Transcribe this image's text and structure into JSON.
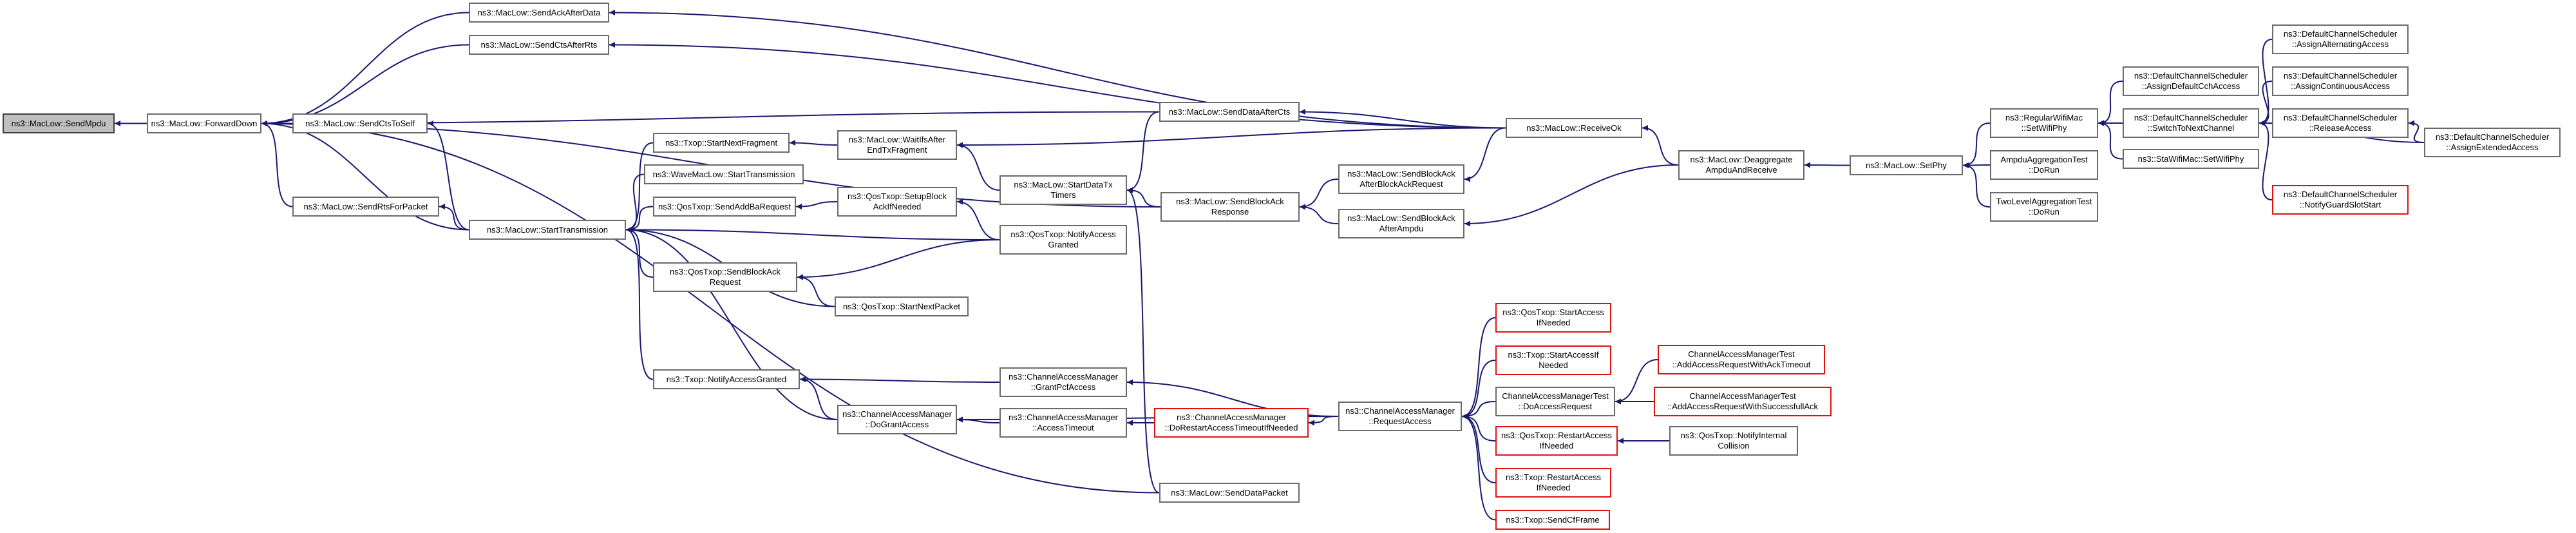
{
  "graph": {
    "edge_color": "#191970",
    "root_fill": "#bfbfbf",
    "truncated_border": "#e01010",
    "nodes": [
      {
        "id": "sendmpdu",
        "lines": [
          "ns3::MacLow::SendMpdu"
        ],
        "root": true
      },
      {
        "id": "forwarddown",
        "lines": [
          "ns3::MacLow::ForwardDown"
        ]
      },
      {
        "id": "sendackafterdata",
        "lines": [
          "ns3::MacLow::SendAckAfterData"
        ]
      },
      {
        "id": "sendctsafterrts",
        "lines": [
          "ns3::MacLow::SendCtsAfterRts"
        ]
      },
      {
        "id": "sendctstoself",
        "lines": [
          "ns3::MacLow::SendCtsToSelf"
        ]
      },
      {
        "id": "sendrtsforpacket",
        "lines": [
          "ns3::MacLow::SendRtsForPacket"
        ]
      },
      {
        "id": "starttransmission",
        "lines": [
          "ns3::MacLow::StartTransmission"
        ]
      },
      {
        "id": "txop_startnextfragment",
        "lines": [
          "ns3::Txop::StartNextFragment"
        ]
      },
      {
        "id": "wave_starttransmission",
        "lines": [
          "ns3::WaveMacLow::StartTransmission"
        ]
      },
      {
        "id": "qos_sendaddbarequest",
        "lines": [
          "ns3::QosTxop::SendAddBaRequest"
        ]
      },
      {
        "id": "qos_sendblockackrequest",
        "lines": [
          "ns3::QosTxop::SendBlockAck",
          "Request"
        ]
      },
      {
        "id": "txop_notifyaccessgranted",
        "lines": [
          "ns3::Txop::NotifyAccessGranted"
        ]
      },
      {
        "id": "cam_dograntaccess",
        "lines": [
          "ns3::ChannelAccessManager",
          "::DoGrantAccess"
        ]
      },
      {
        "id": "waitifsafter",
        "lines": [
          "ns3::MacLow::WaitIfsAfter",
          "EndTxFragment"
        ]
      },
      {
        "id": "qos_setupblockack",
        "lines": [
          "ns3::QosTxop::SetupBlock",
          "AckIfNeeded"
        ]
      },
      {
        "id": "qos_notifyaccessgranted",
        "lines": [
          "ns3::QosTxop::NotifyAccess",
          "Granted"
        ]
      },
      {
        "id": "qos_startnextpacket",
        "lines": [
          "ns3::QosTxop::StartNextPacket"
        ]
      },
      {
        "id": "cam_grantpcfaccess",
        "lines": [
          "ns3::ChannelAccessManager",
          "::GrantPcfAccess"
        ]
      },
      {
        "id": "cam_accesstimeout",
        "lines": [
          "ns3::ChannelAccessManager",
          "::AccessTimeout"
        ]
      },
      {
        "id": "senddataafterctx",
        "lines": [
          "ns3::MacLow::SendDataAfterCts"
        ]
      },
      {
        "id": "startdatatxtimers",
        "lines": [
          "ns3::MacLow::StartDataTx",
          "Timers"
        ]
      },
      {
        "id": "cam_dorestartaccess",
        "lines": [
          "ns3::ChannelAccessManager",
          "::DoRestartAccessTimeoutIfNeeded"
        ],
        "red": true
      },
      {
        "id": "senddatapacket",
        "lines": [
          "ns3::MacLow::SendDataPacket"
        ]
      },
      {
        "id": "sendblockackresponse",
        "lines": [
          "ns3::MacLow::SendBlockAck",
          "Response"
        ]
      },
      {
        "id": "sendblockackafterbar",
        "lines": [
          "ns3::MacLow::SendBlockAck",
          "AfterBlockAckRequest"
        ]
      },
      {
        "id": "sendblockackafterampdu",
        "lines": [
          "ns3::MacLow::SendBlockAck",
          "AfterAmpdu"
        ]
      },
      {
        "id": "cam_requestaccess",
        "lines": [
          "ns3::ChannelAccessManager",
          "::RequestAccess"
        ]
      },
      {
        "id": "receiveok",
        "lines": [
          "ns3::MacLow::ReceiveOk"
        ]
      },
      {
        "id": "qos_startaccessifneeded",
        "lines": [
          "ns3::QosTxop::StartAccess",
          "IfNeeded"
        ],
        "red": true
      },
      {
        "id": "txop_startaccessifneeded",
        "lines": [
          "ns3::Txop::StartAccessIf",
          "Needed"
        ],
        "red": true
      },
      {
        "id": "camtest_dorequestaccess",
        "lines": [
          "ChannelAccessManagerTest",
          "::DoAccessRequest"
        ]
      },
      {
        "id": "qos_restartaccess",
        "lines": [
          "ns3::QosTxop::RestartAccess",
          "IfNeeded"
        ],
        "red": true
      },
      {
        "id": "txop_restartaccess",
        "lines": [
          "ns3::Txop::RestartAccess",
          "IfNeeded"
        ],
        "red": true
      },
      {
        "id": "txop_sendcfframe",
        "lines": [
          "ns3::Txop::SendCfFrame"
        ],
        "red": true
      },
      {
        "id": "camtest_addackto",
        "lines": [
          "ChannelAccessManagerTest",
          "::AddAccessRequestWithAckTimeout"
        ],
        "red": true
      },
      {
        "id": "camtest_addsuccack",
        "lines": [
          "ChannelAccessManagerTest",
          "::AddAccessRequestWithSuccessfullAck"
        ],
        "red": true
      },
      {
        "id": "qos_notifyinternalcollision",
        "lines": [
          "ns3::QosTxop::NotifyInternal",
          "Collision"
        ]
      },
      {
        "id": "deaggregate",
        "lines": [
          "ns3::MacLow::Deaggregate",
          "AmpduAndReceive"
        ]
      },
      {
        "id": "setphy",
        "lines": [
          "ns3::MacLow::SetPhy"
        ]
      },
      {
        "id": "regwifimac_setwifiphy",
        "lines": [
          "ns3::RegularWifiMac",
          "::SetWifiPhy"
        ]
      },
      {
        "id": "ampduaggtest",
        "lines": [
          "AmpduAggregationTest",
          "::DoRun"
        ]
      },
      {
        "id": "twolevelaggtest",
        "lines": [
          "TwoLevelAggregationTest",
          "::DoRun"
        ]
      },
      {
        "id": "dcs_assigndefaultcch",
        "lines": [
          "ns3::DefaultChannelScheduler",
          "::AssignDefaultCchAccess"
        ]
      },
      {
        "id": "dcs_switchtonextchannel",
        "lines": [
          "ns3::DefaultChannelScheduler",
          "::SwitchToNextChannel"
        ]
      },
      {
        "id": "stawifimac_setwifiphy",
        "lines": [
          "ns3::StaWifiMac::SetWifiPhy"
        ]
      },
      {
        "id": "dcs_assignalternating",
        "lines": [
          "ns3::DefaultChannelScheduler",
          "::AssignAlternatingAccess"
        ]
      },
      {
        "id": "dcs_assigncontinuous",
        "lines": [
          "ns3::DefaultChannelScheduler",
          "::AssignContinuousAccess"
        ]
      },
      {
        "id": "dcs_releaseaccess",
        "lines": [
          "ns3::DefaultChannelScheduler",
          "::ReleaseAccess"
        ]
      },
      {
        "id": "dcs_notifyguardslotstart",
        "lines": [
          "ns3::DefaultChannelScheduler",
          "::NotifyGuardSlotStart"
        ],
        "red": true
      },
      {
        "id": "dcs_assignextended",
        "lines": [
          "ns3::DefaultChannelScheduler",
          "::AssignExtendedAccess"
        ]
      }
    ],
    "edges": [
      [
        "forwarddown",
        "sendmpdu"
      ],
      [
        "sendackafterdata",
        "forwarddown"
      ],
      [
        "sendctsafterrts",
        "forwarddown"
      ],
      [
        "senddataafterctx",
        "forwarddown"
      ],
      [
        "sendctstoself",
        "forwarddown"
      ],
      [
        "sendrtsforpacket",
        "forwarddown"
      ],
      [
        "starttransmission",
        "forwarddown"
      ],
      [
        "sendblockackresponse",
        "forwarddown"
      ],
      [
        "senddatapacket",
        "forwarddown"
      ],
      [
        "receiveok",
        "sendackafterdata"
      ],
      [
        "receiveok",
        "sendctsafterrts"
      ],
      [
        "receiveok",
        "senddataafterctx"
      ],
      [
        "starttransmission",
        "sendctstoself"
      ],
      [
        "starttransmission",
        "sendrtsforpacket"
      ],
      [
        "txop_startnextfragment",
        "starttransmission"
      ],
      [
        "wave_starttransmission",
        "starttransmission"
      ],
      [
        "qos_sendaddbarequest",
        "starttransmission"
      ],
      [
        "qos_sendblockackrequest",
        "starttransmission"
      ],
      [
        "qos_startnextpacket",
        "starttransmission"
      ],
      [
        "qos_notifyaccessgranted",
        "starttransmission"
      ],
      [
        "txop_notifyaccessgranted",
        "starttransmission"
      ],
      [
        "cam_dograntaccess",
        "starttransmission"
      ],
      [
        "waitifsafter",
        "txop_startnextfragment"
      ],
      [
        "qos_setupblockack",
        "qos_sendaddbarequest"
      ],
      [
        "qos_notifyaccessgranted",
        "qos_sendblockackrequest"
      ],
      [
        "qos_startnextpacket",
        "qos_sendblockackrequest"
      ],
      [
        "qos_notifyaccessgranted",
        "qos_setupblockack"
      ],
      [
        "cam_grantpcfaccess",
        "txop_notifyaccessgranted"
      ],
      [
        "cam_dograntaccess",
        "txop_notifyaccessgranted"
      ],
      [
        "cam_accesstimeout",
        "cam_dograntaccess"
      ],
      [
        "cam_requestaccess",
        "cam_dograntaccess"
      ],
      [
        "cam_dorestartaccess",
        "cam_accesstimeout"
      ],
      [
        "cam_requestaccess",
        "cam_grantpcfaccess"
      ],
      [
        "startdatatxtimers",
        "waitifsafter"
      ],
      [
        "receiveok",
        "waitifsafter"
      ],
      [
        "senddatapacket",
        "startdatatxtimers"
      ],
      [
        "sendblockackresponse",
        "startdatatxtimers"
      ],
      [
        "senddataafterctx",
        "startdatatxtimers"
      ],
      [
        "sendblockackafterbar",
        "sendblockackresponse"
      ],
      [
        "sendblockackafterampdu",
        "sendblockackresponse"
      ],
      [
        "receiveok",
        "sendblockackafterbar"
      ],
      [
        "deaggregate",
        "sendblockackafterampdu"
      ],
      [
        "deaggregate",
        "receiveok"
      ],
      [
        "cam_requestaccess",
        "cam_dorestartaccess"
      ],
      [
        "qos_startaccessifneeded",
        "cam_requestaccess"
      ],
      [
        "txop_startaccessifneeded",
        "cam_requestaccess"
      ],
      [
        "camtest_dorequestaccess",
        "cam_requestaccess"
      ],
      [
        "qos_restartaccess",
        "cam_requestaccess"
      ],
      [
        "txop_restartaccess",
        "cam_requestaccess"
      ],
      [
        "txop_sendcfframe",
        "cam_requestaccess"
      ],
      [
        "camtest_addackto",
        "camtest_dorequestaccess"
      ],
      [
        "camtest_addsuccack",
        "camtest_dorequestaccess"
      ],
      [
        "qos_notifyinternalcollision",
        "qos_restartaccess"
      ],
      [
        "setphy",
        "deaggregate"
      ],
      [
        "regwifimac_setwifiphy",
        "setphy"
      ],
      [
        "ampduaggtest",
        "setphy"
      ],
      [
        "twolevelaggtest",
        "setphy"
      ],
      [
        "dcs_assigndefaultcch",
        "regwifimac_setwifiphy"
      ],
      [
        "dcs_switchtonextchannel",
        "regwifimac_setwifiphy"
      ],
      [
        "stawifimac_setwifiphy",
        "regwifimac_setwifiphy"
      ],
      [
        "dcs_assignalternating",
        "dcs_switchtonextchannel"
      ],
      [
        "dcs_assigncontinuous",
        "dcs_switchtonextchannel"
      ],
      [
        "dcs_releaseaccess",
        "dcs_switchtonextchannel"
      ],
      [
        "dcs_notifyguardslotstart",
        "dcs_switchtonextchannel"
      ],
      [
        "dcs_assignextended",
        "dcs_switchtonextchannel"
      ],
      [
        "dcs_assignextended",
        "dcs_releaseaccess"
      ]
    ]
  }
}
